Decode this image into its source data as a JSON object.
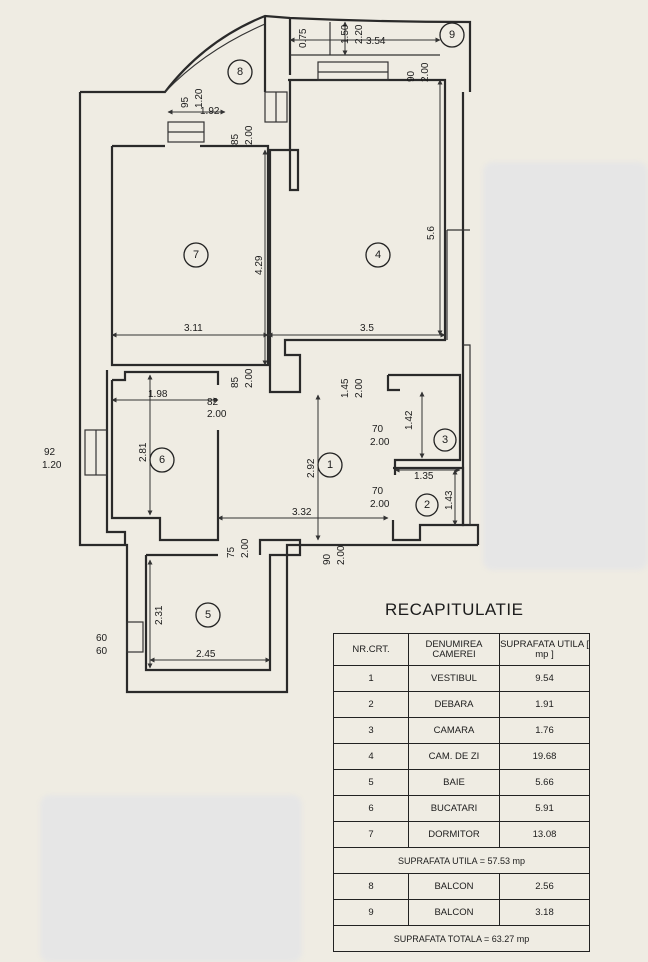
{
  "rooms": [
    {
      "id": "room-1",
      "num": "1"
    },
    {
      "id": "room-2",
      "num": "2"
    },
    {
      "id": "room-3",
      "num": "3"
    },
    {
      "id": "room-4",
      "num": "4"
    },
    {
      "id": "room-5",
      "num": "5"
    },
    {
      "id": "room-6",
      "num": "6"
    },
    {
      "id": "room-7",
      "num": "7"
    },
    {
      "id": "room-8",
      "num": "8"
    },
    {
      "id": "room-9",
      "num": "9"
    }
  ],
  "dimensions": {
    "d_075": "0.75",
    "d_150_top": "1.50",
    "d_150_bot": "2.20",
    "d_354": "3.54",
    "d_90_top": "90",
    "d_90_bot": "2.00",
    "d_95_top": "95",
    "d_95_bot": "1.20",
    "d_192": "1.92",
    "d_85a_top": "85",
    "d_85a_bot": "2.00",
    "d_56": "5.6",
    "d_429": "4.29",
    "d_311": "3.11",
    "d_35": "3.5",
    "d_85b_top": "85",
    "d_85b_bot": "2.00",
    "d_145_top": "1.45",
    "d_145_bot": "2.00",
    "d_198": "1.98",
    "d_82_top": "82",
    "d_82_bot": "2.00",
    "d_70a_top": "70",
    "d_70a_bot": "2.00",
    "d_142": "1.42",
    "d_92_top": "92",
    "d_92_bot": "1.20",
    "d_281": "2.81",
    "d_292": "2.92",
    "d_135": "1.35",
    "d_70b_top": "70",
    "d_70b_bot": "2.00",
    "d_143": "1.43",
    "d_332": "3.32",
    "d_75_top": "75",
    "d_75_bot": "2.00",
    "d_90b_top": "90",
    "d_90b_bot": "2.00",
    "d_231": "2.31",
    "d_60_top": "60",
    "d_60_bot": "60",
    "d_245": "2.45"
  },
  "recap": {
    "title": "RECAPITULATIE",
    "headers": {
      "nr": "NR.CRT.",
      "name": "DENUMIREA CAMEREI",
      "area": "SUPRAFATA UTILA [ mp ]"
    },
    "rows": [
      {
        "nr": "1",
        "name": "VESTIBUL",
        "area": "9.54"
      },
      {
        "nr": "2",
        "name": "DEBARA",
        "area": "1.91"
      },
      {
        "nr": "3",
        "name": "CAMARA",
        "area": "1.76"
      },
      {
        "nr": "4",
        "name": "CAM. DE ZI",
        "area": "19.68"
      },
      {
        "nr": "5",
        "name": "BAIE",
        "area": "5.66"
      },
      {
        "nr": "6",
        "name": "BUCATARI",
        "area": "5.91"
      },
      {
        "nr": "7",
        "name": "DORMITOR",
        "area": "13.08"
      }
    ],
    "subtotal": "SUPRAFATA UTILA = 57.53 mp",
    "balcony_rows": [
      {
        "nr": "8",
        "name": "BALCON",
        "area": "2.56"
      },
      {
        "nr": "9",
        "name": "BALCON",
        "area": "3.18"
      }
    ],
    "total": "SUPRAFATA TOTALA = 63.27 mp"
  }
}
